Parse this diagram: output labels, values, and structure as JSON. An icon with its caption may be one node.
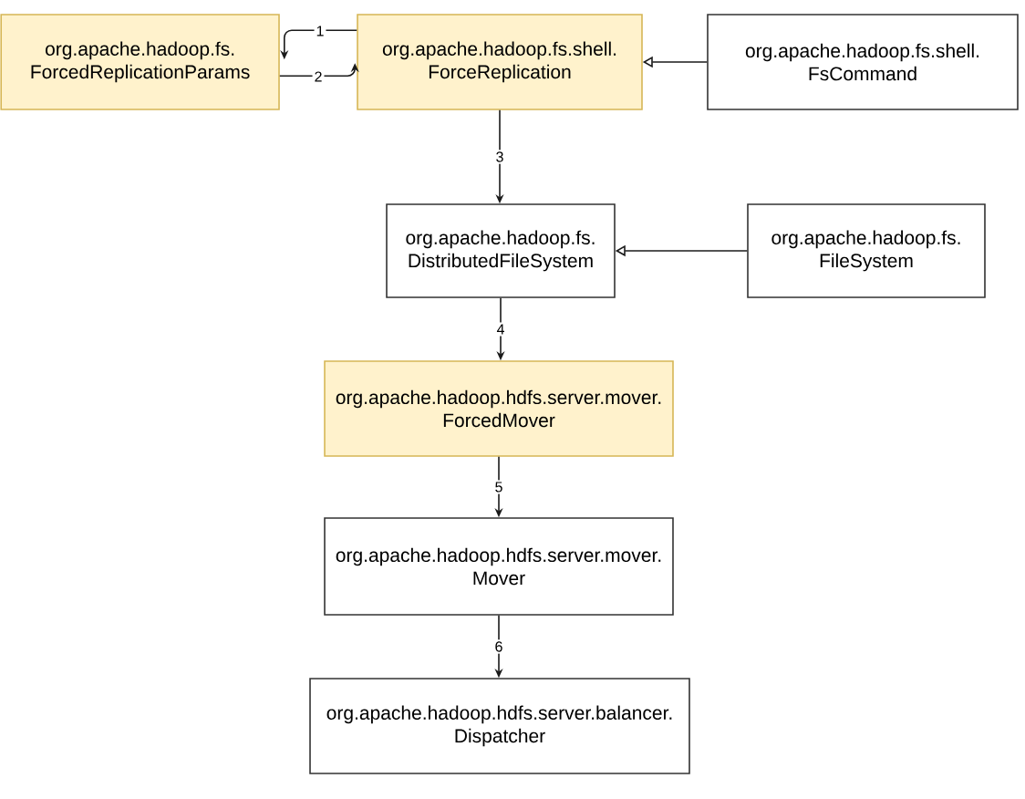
{
  "diagram": {
    "nodes": [
      {
        "text": [
          "org.apache.hadoop.fs. ForcedReplicationParams"
        ]
      },
      {
        "text": [
          "org.apache.hadoop.fs.shell. ForceReplication"
        ]
      },
      {
        "text": [
          "org.apache.hadoop.fs.shell. FsCommand"
        ]
      },
      {
        "text": [
          "org.apache.hadoop.fs. DistributedFileSystem"
        ]
      },
      {
        "text": [
          "org.apache.hadoop.fs. FileSystem"
        ]
      },
      {
        "text": [
          "org.apache.hadoop.hdfs.server.mover. ForcedMover"
        ]
      },
      {
        "text": [
          "org.apache.hadoop.hdfs.server.mover. Mover"
        ]
      },
      {
        "text": [
          "org.apache.hadoop.hdfs.server.balancer. Dispatcher"
        ]
      }
    ],
    "edges": [
      {
        "from": 1,
        "to": 0,
        "arrow": "to",
        "label": "1"
      },
      {
        "from": 0,
        "to": 1,
        "arrow": "to",
        "label": "2"
      },
      {
        "from": 2,
        "to": 1,
        "arrow": "to"
      },
      {
        "from": 1,
        "to": 3,
        "arrow": "to",
        "label": "3"
      },
      {
        "from": 4,
        "to": 3,
        "arrow": "to"
      },
      {
        "from": 3,
        "to": 5,
        "arrow": "to",
        "label": "4"
      },
      {
        "from": 5,
        "to": 6,
        "arrow": "to",
        "label": "5"
      },
      {
        "from": 6,
        "to": 7,
        "arrow": "to",
        "label": "6"
      }
    ]
  }
}
